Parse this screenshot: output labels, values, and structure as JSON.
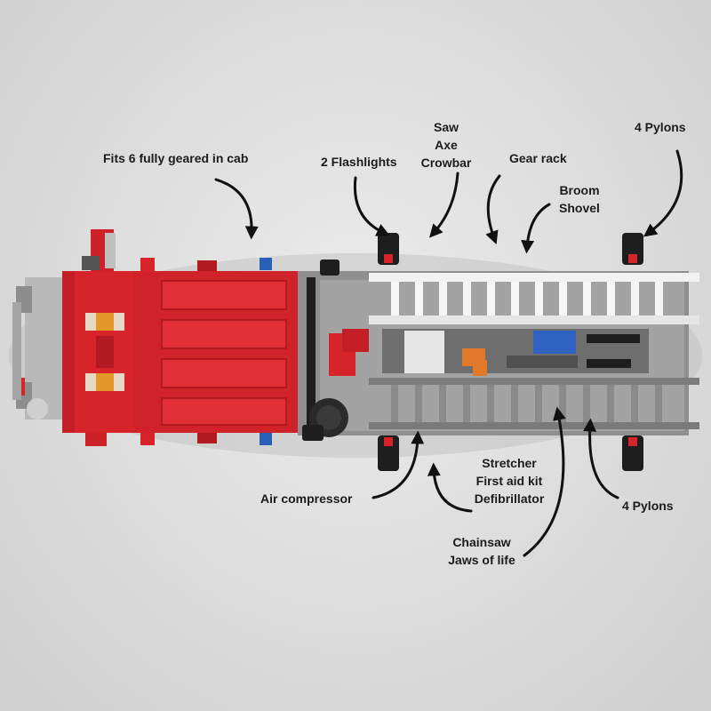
{
  "labels": {
    "cab": "Fits 6 fully geared in cab",
    "flashlights": "2 Flashlights",
    "tools": [
      "Saw",
      "Axe",
      "Crowbar"
    ],
    "gear_rack": "Gear rack",
    "broom_shovel": [
      "Broom",
      "Shovel"
    ],
    "pylons_top": "4 Pylons",
    "air_compressor": "Air compressor",
    "medical": [
      "Stretcher",
      "First aid kit",
      "Defibrillator"
    ],
    "pylons_bottom": "4 Pylons",
    "rescue": [
      "Chainsaw",
      "Jaws of life"
    ]
  },
  "colors": {
    "cab_red": "#d7242a",
    "body_gray": "#9a9a9a",
    "ladder_white": "#f2f2f2",
    "tire_black": "#1e1e1e",
    "arrow": "#111111"
  }
}
